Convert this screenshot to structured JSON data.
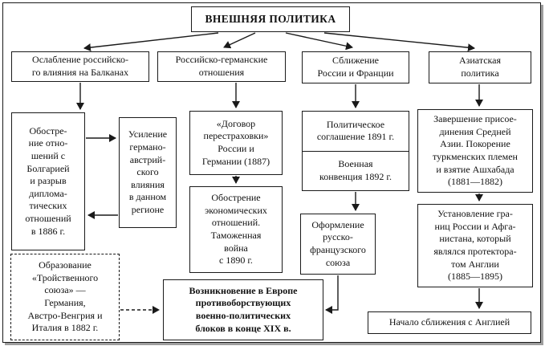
{
  "title": "ВНЕШНЯЯ ПОЛИТИКА",
  "headers": {
    "balkans": "Ослабление российско-\nго влияния на Балканах",
    "germany": "Российско-германские\nотношения",
    "france": "Сближение\nРоссии и Франции",
    "asia": "Азиатская\nполитика"
  },
  "boxes": {
    "bulgaria_conflict": "Обостре-\nние отно-\nшений с\nБолгарией\nи разрыв\nдиплома-\nтических\nотношений\nв 1886 г.",
    "austro_german_influence": "Усиление\nгермано-\nавстрий-\nского\nвлияния\nв данном\nрегионе",
    "reinsurance_treaty": "«Договор\nперестраховки»\nРоссии и\nГермании (1887)",
    "customs_war": "Обострение\nэкономических\nотношений.\nТаможенная\nвойна\nс 1890 г.",
    "political_agreement": "Политическое\nсоглашение 1891 г.",
    "military_convention": "Военная\nконвенция 1892 г.",
    "franco_russian_union": "Оформление\nрусско-\nфранцузского\nсоюза",
    "central_asia": "Завершение присое-\nдинения Средней\nАзии. Покорение\nтуркменских племен\nи взятие Ашхабада\n(1881—1882)",
    "afghan_borders": "Установление гра-\nниц России и Афга-\nнистана, который\nявлялся протектора-\nтом Англии\n(1885—1895)",
    "triple_alliance": "Образование\n«Тройственного\nсоюза» —\nГермания,\nАвстро-Венгрия и\nИталия в 1882 г.",
    "opposing_blocs": "Возникновение в Европе\nпротивоборствующих\nвоенно-политических\nблоков в конце XIX в.",
    "england_rapprochement": "Начало сближения с Англией"
  },
  "colors": {
    "line": "#1a1a1a",
    "background": "#ffffff",
    "frame_shadow": "#9e9e9e"
  }
}
